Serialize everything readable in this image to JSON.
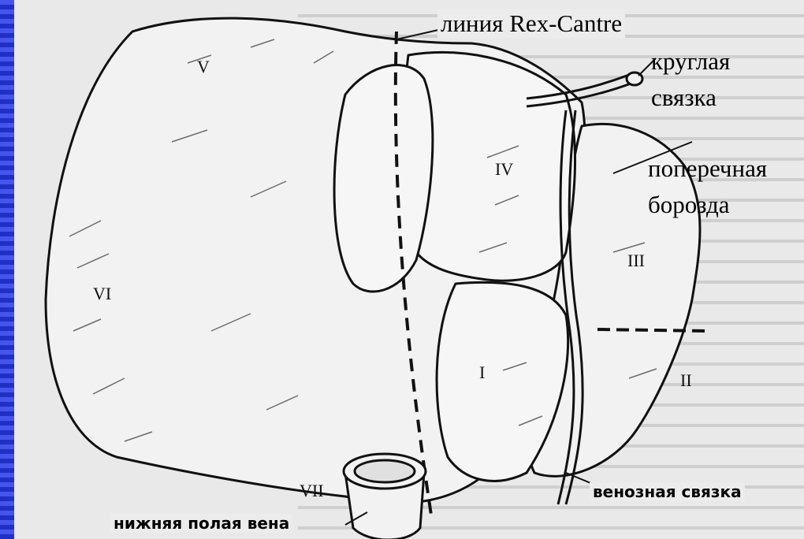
{
  "labels": {
    "rex_cantre_line": "линия Rex-Cantre",
    "round_ligament": [
      "круглая",
      "связка"
    ],
    "transverse_groove": [
      "поперечная",
      "борозда"
    ],
    "venous_ligament": "венозная связка",
    "inferior_vena_cava": "нижняя полая вена"
  },
  "segments": [
    "V",
    "IV",
    "VI",
    "III",
    "I",
    "II",
    "VII"
  ],
  "colors": {
    "slide_background": "#2a3ad0",
    "figure_background": "#e9e9e9",
    "ink": "#111111"
  }
}
